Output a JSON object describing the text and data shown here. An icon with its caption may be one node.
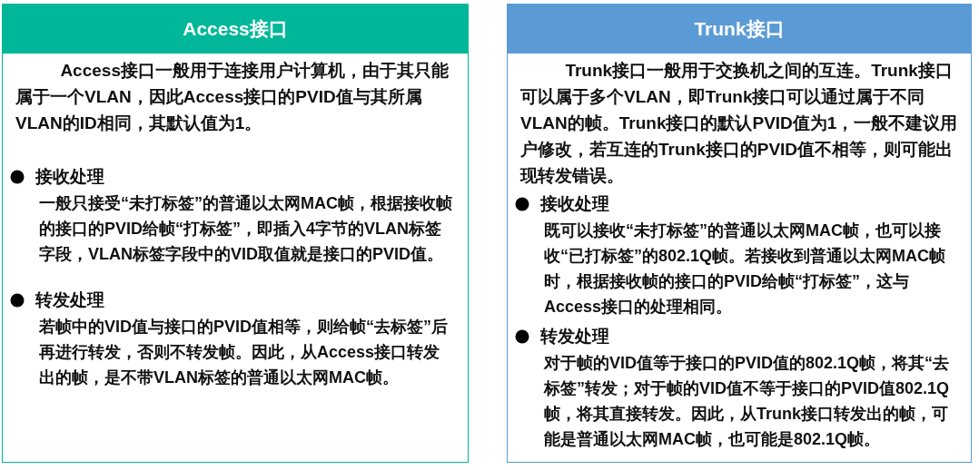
{
  "diagram": {
    "nodes": [
      {
        "text": [
          "Access接口",
          "Access接口一般用于**连接用户计算机**，由于其**只能属于一个VLAN**，因此Access接口的**PVID值与其所属VLAN的ID相同**，其默认值为1。",
          "接收处理",
          "一般只接受“未打标签”的普通以太网MAC帧，根据接收帧的接口的PVID给帧**“打标签”**，即插入4字节的VLAN标签字段，VLAN标签字段中的VID取值就是接口的PVID值。",
          "转发处理",
          "若帧中的VID值与接口的PVID值相等，则给帧**“去标签”**后再进行转发，否则不转发帧。因此，从Access接口转发出的帧，是不带VLAN标签的普通以太网MAC帧。"
        ]
      },
      {
        "text": [
          "Trunk接口",
          "Trunk接口一般用于**交换机之间的互连**。Trunk接口**可以属于多个VLAN**，即Trunk接口**可以通过属于不同VLAN的帧**。Trunk接口的默认PVID值为1，一般不建议用户修改，若互连的Trunk接口的PVID值不相等，则可能出现转发错误。",
          "接收处理",
          "既**可以接收**“未打标签”的**普通以太网MAC帧**，也可以接收“已打标签”的**802.1Q帧**。若接收到普通以太网MAC帧时，根据接收帧的接口的PVID给帧**“打标签”**，这与Access接口的处理相同。",
          "转发处理",
          "对于帧的VID值等于接口的PVID值的802.1Q帧，将其**“去标签”转发**；对于帧的VID值不等于接口的PVID值802.1Q帧，将其**直接转发**。因此，从Trunk接口转发出的帧，可能是普通以太网MAC帧，也可能是802.1Q帧。"
        ]
      }
    ],
    "edges": []
  }
}
